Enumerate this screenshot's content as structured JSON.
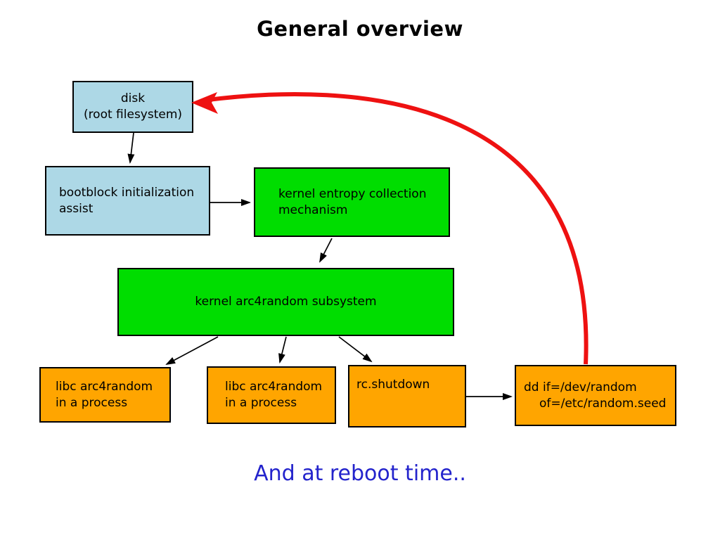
{
  "title": "General overview",
  "footer": "And at reboot time..",
  "colors": {
    "box_blue": "#add8e6",
    "box_green": "#00dd00",
    "box_orange": "#ffa500",
    "arrow_red": "#ee1111",
    "footer_text_blue": "#2323cc",
    "connector_black": "#000000"
  },
  "nodes": {
    "disk": {
      "line1": "disk",
      "line2": "(root filesystem)"
    },
    "bootblock": {
      "line1": "bootblock initialization",
      "line2": "assist"
    },
    "entropy": {
      "line1": "kernel entropy collection",
      "line2": "mechanism"
    },
    "arc4random": {
      "line1": "kernel arc4random subsystem"
    },
    "libc1": {
      "line1": "libc arc4random",
      "line2": "in a process"
    },
    "libc2": {
      "line1": "libc arc4random",
      "line2": "in a process"
    },
    "rcshutdown": {
      "line1": "rc.shutdown"
    },
    "dd": {
      "line1": "dd if=/dev/random",
      "line2": "of=/etc/random.seed"
    }
  },
  "edges": [
    {
      "from": "disk",
      "to": "bootblock",
      "style": "black"
    },
    {
      "from": "bootblock",
      "to": "entropy",
      "style": "black"
    },
    {
      "from": "entropy",
      "to": "arc4random",
      "style": "black"
    },
    {
      "from": "arc4random",
      "to": "libc1",
      "style": "black"
    },
    {
      "from": "arc4random",
      "to": "libc2",
      "style": "black"
    },
    {
      "from": "arc4random",
      "to": "rcshutdown",
      "style": "black"
    },
    {
      "from": "rcshutdown",
      "to": "dd",
      "style": "black"
    },
    {
      "from": "dd",
      "to": "disk",
      "style": "red-curved"
    }
  ]
}
